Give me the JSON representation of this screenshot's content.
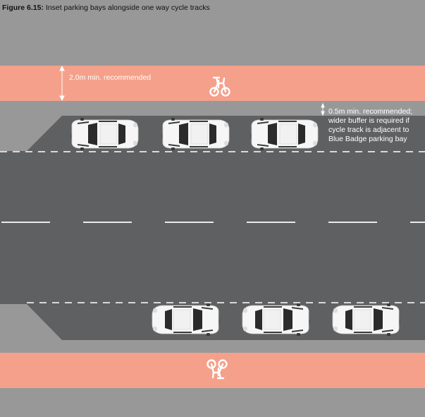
{
  "caption": {
    "label": "Figure 6.15:",
    "text": "Inset parking bays alongside one way cycle tracks"
  },
  "annotations": {
    "track_width": "2.0m min. recommended",
    "buffer": "0.5m min. recommended; wider buffer is required if cycle track is adjacent to Blue Badge parking bay"
  },
  "colors": {
    "footway": "#989898",
    "cycle_track": "#f5a08a",
    "carriageway": "#5f6061",
    "road_marking": "#ffffff",
    "car_body": "#f6f6f6",
    "car_glass": "#2b2b2b",
    "annotation_text": "#ffffff"
  },
  "icons": [
    "bicycle-icon",
    "car-icon",
    "dimension-arrow-icon"
  ],
  "parking_bays": {
    "top_cars": 3,
    "bottom_cars": 3
  }
}
